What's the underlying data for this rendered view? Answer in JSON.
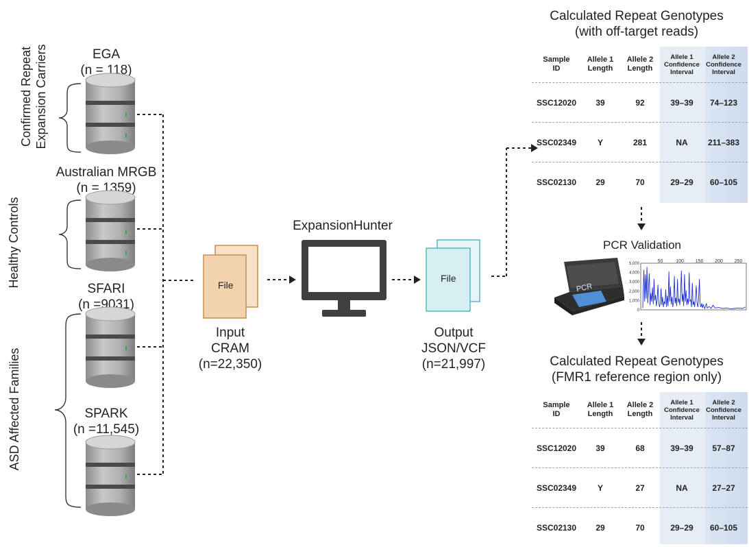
{
  "databases": [
    {
      "name": "EGA",
      "n": "(n = 118)"
    },
    {
      "name": "Australian MRGB",
      "n": "(n = 1359)"
    },
    {
      "name": "SFARI",
      "n": "(n =9031)"
    },
    {
      "name": "SPARK",
      "n": "(n =11,545)"
    }
  ],
  "groups": {
    "carriers": [
      "Confirmed Repeat",
      "Expansion Carriers"
    ],
    "controls": "Healthy Controls",
    "asd": "ASD Affected Families"
  },
  "input": {
    "file_label": "File",
    "caption_1": "Input",
    "caption_2": "CRAM",
    "caption_3": "(n=22,350)"
  },
  "tool": {
    "name": "ExpansionHunter"
  },
  "output": {
    "file_label": "File",
    "caption_1": "Output",
    "caption_2": "JSON/VCF",
    "caption_3": "(n=21,997)"
  },
  "table1": {
    "title_1": "Calculated Repeat Genotypes",
    "title_2": "(with off-target reads)",
    "headers": [
      [
        "Sample",
        "ID"
      ],
      [
        "Allele 1",
        "Length"
      ],
      [
        "Allele 2",
        "Length"
      ],
      [
        "Allele 1",
        "Confidence",
        "Interval"
      ],
      [
        "Allele 2",
        "Confidence",
        "Interval"
      ]
    ],
    "rows": [
      [
        "SSC12020",
        "39",
        "92",
        "39–39",
        "74–123"
      ],
      [
        "SSC02349",
        "Y",
        "281",
        "NA",
        "211–383"
      ],
      [
        "SSC02130",
        "29",
        "70",
        "29–29",
        "60–105"
      ]
    ]
  },
  "pcr": {
    "title": "PCR Validation",
    "device_label": "PCR",
    "chart_data": {
      "type": "line",
      "x_ticks": [
        "50",
        "100",
        "150",
        "200",
        "250"
      ],
      "y_ticks": [
        "5,000",
        "4,000",
        "3,000",
        "2,000",
        "1,000",
        "0"
      ],
      "xlim": [
        0,
        270
      ],
      "ylim": [
        0,
        5000
      ],
      "color": "#1f2fd6",
      "x": [
        5,
        8,
        10,
        12,
        14,
        16,
        18,
        20,
        22,
        24,
        26,
        28,
        30,
        32,
        34,
        36,
        38,
        40,
        42,
        44,
        46,
        48,
        50,
        52,
        54,
        56,
        58,
        60,
        62,
        64,
        66,
        68,
        70,
        72,
        74,
        76,
        78,
        80,
        82,
        84,
        86,
        88,
        90,
        92,
        94,
        96,
        98,
        100,
        102,
        104,
        106,
        108,
        110,
        112,
        114,
        116,
        118,
        120,
        122,
        124,
        126,
        128,
        130,
        132,
        134,
        136,
        138,
        140,
        142,
        144,
        146,
        148,
        150,
        152,
        154,
        156,
        158,
        160,
        162,
        164,
        166,
        168,
        170,
        175,
        180,
        185,
        190,
        200,
        210,
        220,
        230,
        240,
        250,
        260,
        268
      ],
      "y": [
        200,
        4300,
        900,
        3800,
        1200,
        4600,
        700,
        2500,
        3900,
        500,
        1800,
        900,
        2400,
        600,
        3300,
        1000,
        1600,
        400,
        1100,
        2700,
        800,
        300,
        700,
        2300,
        500,
        1400,
        300,
        900,
        600,
        2200,
        300,
        1500,
        400,
        4100,
        900,
        2500,
        600,
        1400,
        300,
        900,
        3600,
        700,
        1300,
        400,
        3300,
        800,
        1200,
        500,
        1700,
        4200,
        900,
        1700,
        400,
        3800,
        900,
        2100,
        500,
        1200,
        600,
        4000,
        900,
        1100,
        300,
        2900,
        500,
        900,
        300,
        1400,
        2600,
        800,
        300,
        1100,
        3300,
        600,
        300,
        700,
        200,
        600,
        300,
        150,
        450,
        700,
        200,
        350,
        150,
        500,
        200,
        250,
        150,
        200,
        100,
        150,
        200,
        150,
        300
      ]
    }
  },
  "table2": {
    "title_1": "Calculated Repeat Genotypes",
    "title_2": "(FMR1 reference region only)",
    "headers": [
      [
        "Sample",
        "ID"
      ],
      [
        "Allele 1",
        "Length"
      ],
      [
        "Allele 2",
        "Length"
      ],
      [
        "Allele 1",
        "Confidence",
        "Interval"
      ],
      [
        "Allele 2",
        "Confidence",
        "Interval"
      ]
    ],
    "rows": [
      [
        "SSC12020",
        "39",
        "68",
        "39–39",
        "57–87"
      ],
      [
        "SSC02349",
        "Y",
        "27",
        "NA",
        "27–27"
      ],
      [
        "SSC02130",
        "29",
        "70",
        "29–29",
        "60–105"
      ]
    ]
  }
}
